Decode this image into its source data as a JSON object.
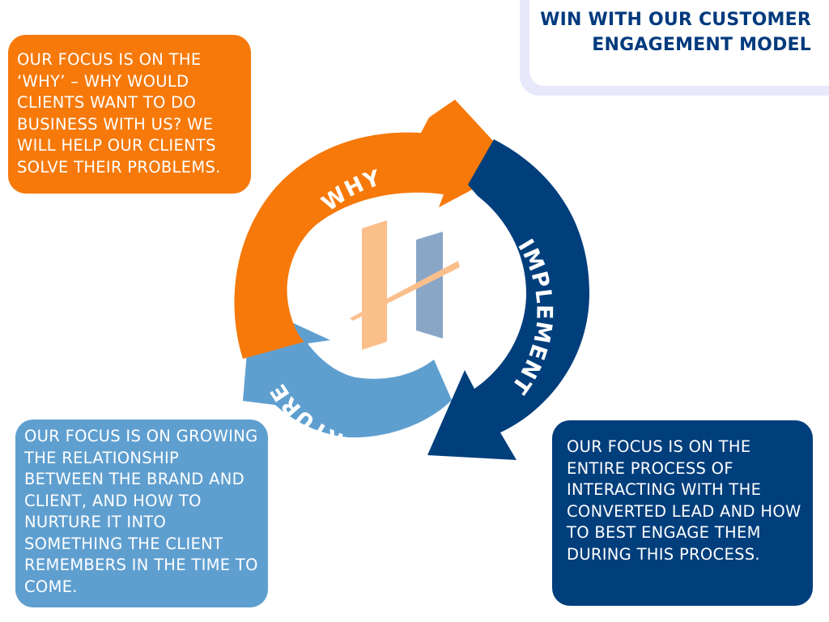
{
  "title": {
    "line1": "WIN WITH OUR CUSTOMER",
    "line2": "ENGAGEMENT MODEL"
  },
  "stages": {
    "why": {
      "label": "WHY",
      "description": "OUR FOCUS IS ON THE ‘WHY’ – WHY WOULD CLIENTS WANT TO DO BUSINESS WITH US? WE WILL HELP OUR CLIENTS SOLVE THEIR PROBLEMS.",
      "color": "#f6790a"
    },
    "implement": {
      "label": "IMPLEMENT",
      "description": "OUR FOCUS IS ON THE ENTIRE PROCESS OF INTERACTING WITH THE CONVERTED LEAD AND HOW TO BEST ENGAGE THEM DURING THIS PROCESS.",
      "color": "#013e7c"
    },
    "nurture": {
      "label": "NURTURE",
      "description": "OUR FOCUS IS ON GROWING THE RELATIONSHIP BETWEEN THE BRAND AND CLIENT, AND HOW TO NURTURE IT INTO SOMETHING THE CLIENT REMEMBERS IN THE TIME TO COME.",
      "color": "#5f9fd0"
    }
  },
  "logo": {
    "icon": "h-monogram-logo",
    "colors": {
      "left": "#fbbf8c",
      "right": "#8aa6c7"
    }
  }
}
